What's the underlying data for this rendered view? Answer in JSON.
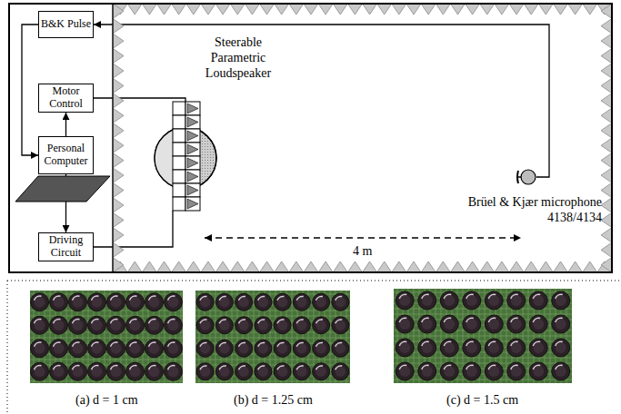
{
  "diagram": {
    "nodes": [
      {
        "text": [
          "B&K Pulse"
        ]
      },
      {
        "text": [
          "Motor Control"
        ]
      },
      {
        "text": [
          "Personal Computer"
        ]
      },
      {
        "text": [
          "Driving Circuit"
        ]
      },
      {
        "text": [
          "Steerable Parametric Loudspeaker"
        ]
      },
      {
        "text": [
          "Brüel & Kjær microphone 4138/4134"
        ]
      }
    ],
    "edges": [
      {
        "from": 5,
        "to": 0,
        "arrow": "to"
      },
      {
        "from": 0,
        "to": 2,
        "arrow": "to"
      },
      {
        "from": 2,
        "to": 1,
        "arrow": "to"
      },
      {
        "from": 2,
        "to": 3,
        "arrow": "to"
      },
      {
        "from": 1,
        "to": 4,
        "arrow": "none"
      },
      {
        "from": 3,
        "to": 4,
        "arrow": "none"
      }
    ],
    "labels": [
      "4 m",
      "(a) d = 1 cm",
      "(b) d = 1.25 cm",
      "(c) d = 1.5 cm"
    ]
  }
}
